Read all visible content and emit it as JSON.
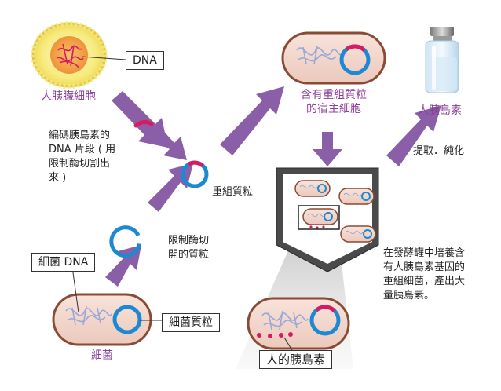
{
  "labels": {
    "dna": "DNA",
    "human_pancreas_cell": "人胰臟細胞",
    "gene_segment_line1": "編碼胰島素的",
    "gene_segment_line2": "DNA 片段 ( 用",
    "gene_segment_line3": "限制酶切割出",
    "gene_segment_line4": "來 )",
    "recombinant_plasmid": "重組質粒",
    "cut_plasmid_line1": "限制酶切",
    "cut_plasmid_line2": "開的質粒",
    "bacterial_dna": "細菌 DNA",
    "bacterial_plasmid": "細菌質粒",
    "bacterium": "細菌",
    "host_cell_line1": "含有重組質粒",
    "host_cell_line2": "的宿主細胞",
    "human_insulin": "人胰島素",
    "extract_purify": "提取．純化",
    "fermenter_line1": "在發酵罐中培養含",
    "fermenter_line2": "有人胰島素基因的",
    "fermenter_line3": "重組細菌，產出大",
    "fermenter_line4": "量胰島素。",
    "human_insulin_product": "人的胰島素"
  },
  "colors": {
    "arrow": "#8b5fa8",
    "plasmid": "#1e88d2",
    "insert": "#d81b60",
    "cell_fill": "#f3d8cf",
    "cell_stroke": "#8a4b34",
    "pancreas_outer": "#f5e56a",
    "pancreas_nucleus": "#f29a3c",
    "dna_strand": "#9aa8d8",
    "label_purple": "#8b3f9a"
  }
}
